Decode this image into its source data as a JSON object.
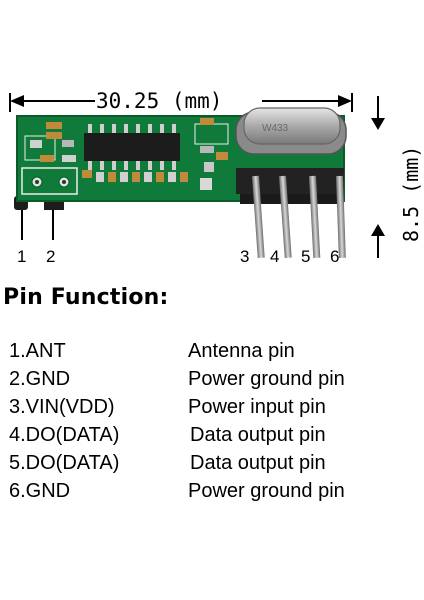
{
  "figure": {
    "width_label": "30.25 (mm)",
    "height_label": "8.5 (mm)",
    "crystal_marking": "W433",
    "pin_numbers": [
      "1",
      "2",
      "3",
      "4",
      "5",
      "6"
    ],
    "colors": {
      "pcb": "#0f7a3a",
      "pcb_dark": "#0a5a2a",
      "silkscreen": "#e8f0e8",
      "ic": "#1c1c1c",
      "crystal": "#b8b8b8",
      "header": "#222222",
      "pin_metal": "#9a9a9a",
      "dimension_line": "#000000"
    }
  },
  "section_title": "Pin Function:",
  "pins": [
    {
      "name": "1.ANT",
      "function": "Antenna pin"
    },
    {
      "name": "2.GND",
      "function": "Power ground pin"
    },
    {
      "name": "3.VIN(VDD)",
      "function": "Power input pin"
    },
    {
      "name": "4.DO(DATA)",
      "function": "Data output pin"
    },
    {
      "name": "5.DO(DATA)",
      "function": "Data output pin"
    },
    {
      "name": "6.GND",
      "function": "Power ground pin"
    }
  ]
}
